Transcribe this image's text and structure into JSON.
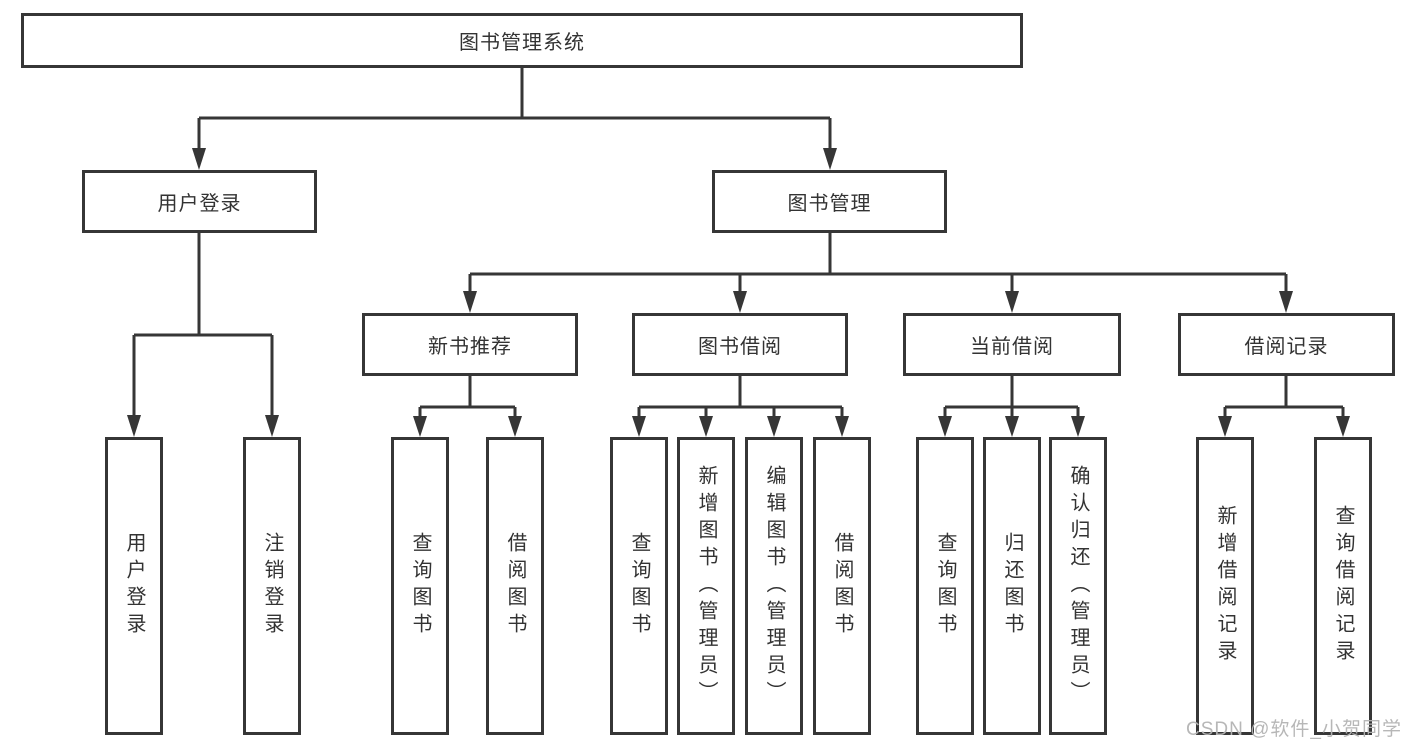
{
  "diagram": {
    "title": "图书管理系统",
    "nodes": {
      "root": "图书管理系统",
      "level2": [
        "用户登录",
        "图书管理"
      ],
      "level3": [
        "新书推荐",
        "图书借阅",
        "当前借阅",
        "借阅记录"
      ],
      "leaves_user": [
        "用户登录",
        "注销登录"
      ],
      "leaves_newbook": [
        "查询图书",
        "借阅图书"
      ],
      "leaves_borrow": [
        "查询图书",
        "新增图书（管理员）",
        "编辑图书（管理员）",
        "借阅图书"
      ],
      "leaves_current": [
        "查询图书",
        "归还图书",
        "确认归还（管理员）"
      ],
      "leaves_record": [
        "新增借阅记录",
        "查询借阅记录"
      ]
    },
    "colors": {
      "line": "#363636",
      "text": "#333333",
      "watermark": "#b4b4b4",
      "background": "#ffffff"
    },
    "watermark": "CSDN @软件_小贺同学"
  }
}
